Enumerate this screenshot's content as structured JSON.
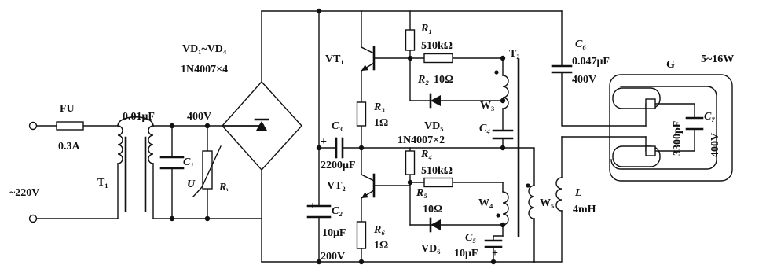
{
  "labels": {
    "fu": "FU",
    "fu_rating": "0.3A",
    "input_voltage": "~220V",
    "t1": "T₁",
    "t1_cap": "0.01μF",
    "cap_voltage_400": "400V",
    "c1": "C₁",
    "varistor_u": "U",
    "rv": "Rᵥ",
    "bridge_name": "VD₁~VD₄",
    "bridge_part": "1N4007×4",
    "c3": "C₃",
    "c3_value": "2200μF",
    "c3_plus": "+",
    "c2": "C₂",
    "c2_value": "10μF",
    "c2_voltage": "200V",
    "c2_plus": "+",
    "vt1": "VT₁",
    "vt2": "VT₂",
    "r1": "R₁",
    "r1_value": "510kΩ",
    "r2": "R₂",
    "r2_value": "10Ω",
    "r3": "R₃",
    "r3_value": "1Ω",
    "vd5": "VD₅",
    "diode_part": "1N4007×2",
    "r4": "R₄",
    "r4_value": "510kΩ",
    "r5": "R₅",
    "r5_value": "10Ω",
    "r6": "R₆",
    "r6_value": "1Ω",
    "vd6": "VD₆",
    "w3": "W₃",
    "w4": "W₄",
    "w5": "W₅",
    "c4": "C₄",
    "c5": "C₅",
    "c5_value": "10μF",
    "c5_plus": "+",
    "t2": "T₂",
    "c6": "C₆",
    "c6_value": "0.047μF",
    "c6_voltage": "400V",
    "inductor": "L",
    "inductor_value": "4mH",
    "lamp": "G",
    "power_range": "5~16W",
    "c7": "C₇",
    "c7_value": "3300pF",
    "c7_voltage": "400V"
  }
}
